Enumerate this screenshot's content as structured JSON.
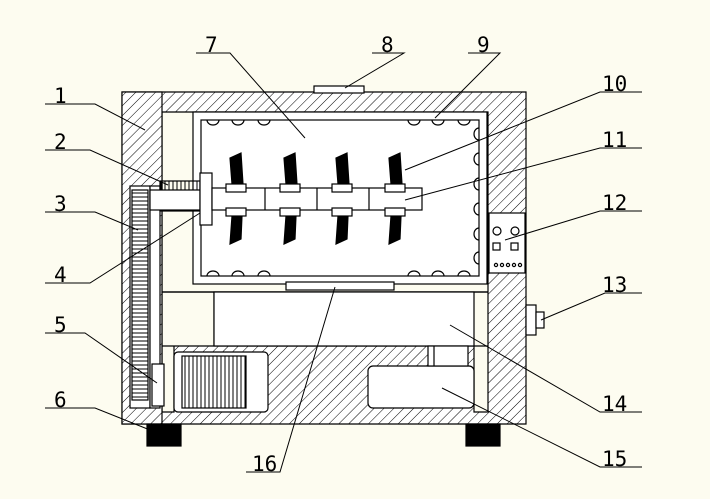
{
  "diagram": {
    "callouts": [
      {
        "id": "1",
        "text": "1"
      },
      {
        "id": "2",
        "text": "2"
      },
      {
        "id": "3",
        "text": "3"
      },
      {
        "id": "4",
        "text": "4"
      },
      {
        "id": "5",
        "text": "5"
      },
      {
        "id": "6",
        "text": "6"
      },
      {
        "id": "7",
        "text": "7"
      },
      {
        "id": "8",
        "text": "8"
      },
      {
        "id": "9",
        "text": "9"
      },
      {
        "id": "10",
        "text": "10"
      },
      {
        "id": "11",
        "text": "11"
      },
      {
        "id": "12",
        "text": "12"
      },
      {
        "id": "13",
        "text": "13"
      },
      {
        "id": "14",
        "text": "14"
      },
      {
        "id": "15",
        "text": "15"
      },
      {
        "id": "16",
        "text": "16"
      }
    ],
    "colors": {
      "background": "#fdfcf0",
      "line": "#000000",
      "hatch": "#000000",
      "fill": "#ffffff"
    }
  }
}
